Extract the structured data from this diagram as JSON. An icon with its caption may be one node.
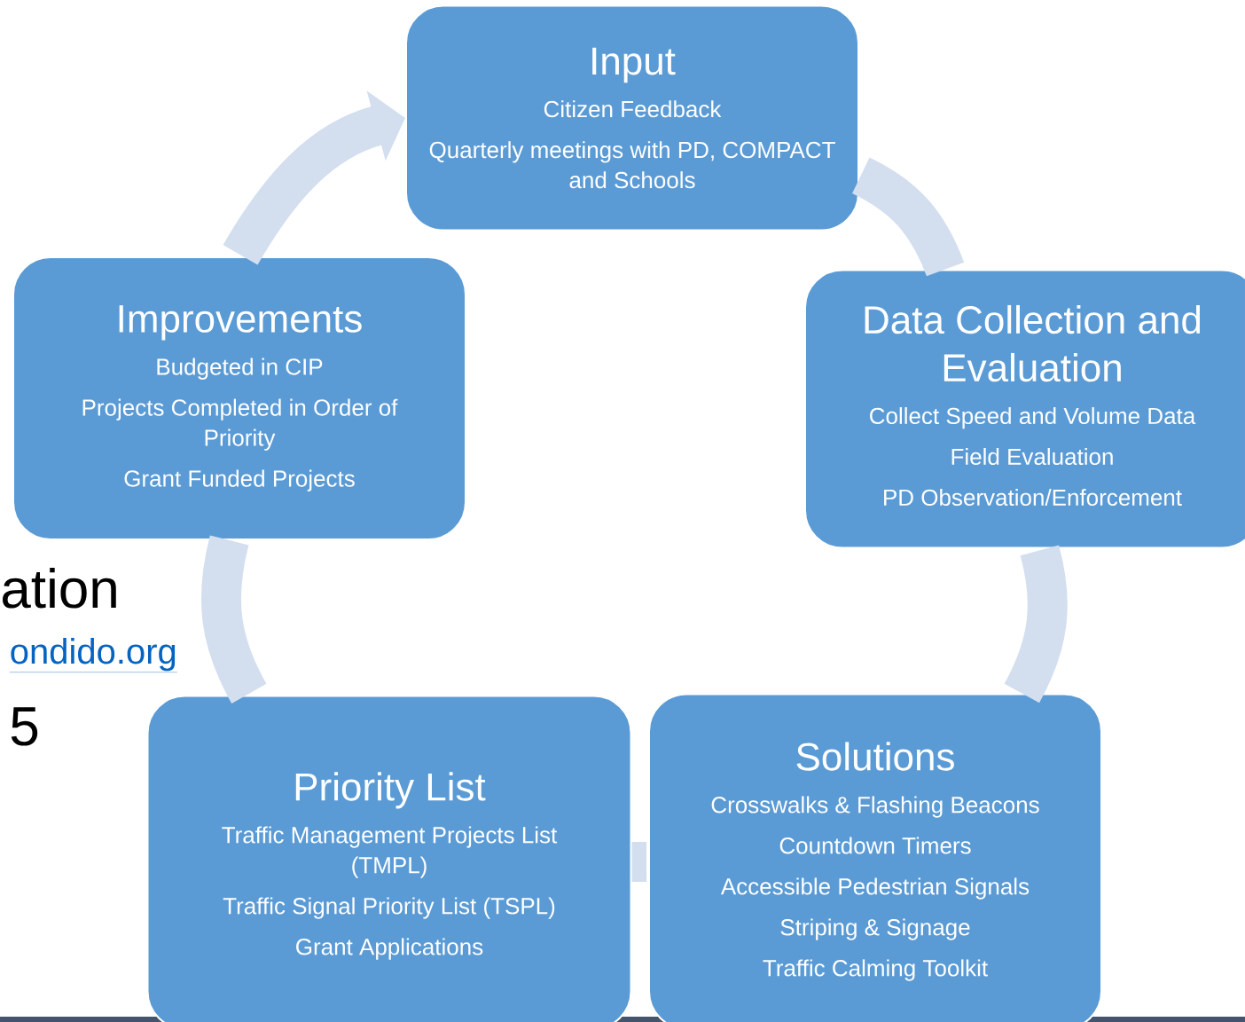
{
  "diagram": {
    "nodes": [
      {
        "text": [
          "Input",
          "Citizen Feedback",
          "Quarterly meetings with PD, COMPACT and Schools"
        ]
      },
      {
        "text": [
          "Improvements",
          "Budgeted in CIP",
          "Projects Completed in Order of Priority",
          "Grant Funded Projects"
        ]
      },
      {
        "text": [
          "Data Collection and Evaluation",
          "Collect Speed and Volume Data",
          "Field Evaluation",
          "PD Observation/Enforcement"
        ]
      },
      {
        "text": [
          "Priority List",
          "Traffic Management Projects List (TMPL)",
          "Traffic Signal Priority List (TSPL)",
          "Grant Applications"
        ]
      },
      {
        "text": [
          "Solutions",
          "Crosswalks & Flashing Beacons",
          "Countdown Timers",
          "Accessible Pedestrian Signals",
          "Striping & Signage",
          "Traffic Calming Toolkit"
        ]
      }
    ],
    "edges": [
      {
        "from": 0,
        "to": 2,
        "arrow": "none"
      },
      {
        "from": 2,
        "to": 4,
        "arrow": "none"
      },
      {
        "from": 4,
        "to": 3,
        "arrow": "none"
      },
      {
        "from": 3,
        "to": 1,
        "arrow": "none"
      },
      {
        "from": 1,
        "to": 0,
        "arrow": "to"
      }
    ],
    "labels": [
      "ation",
      "ondido.org",
      "5"
    ]
  }
}
